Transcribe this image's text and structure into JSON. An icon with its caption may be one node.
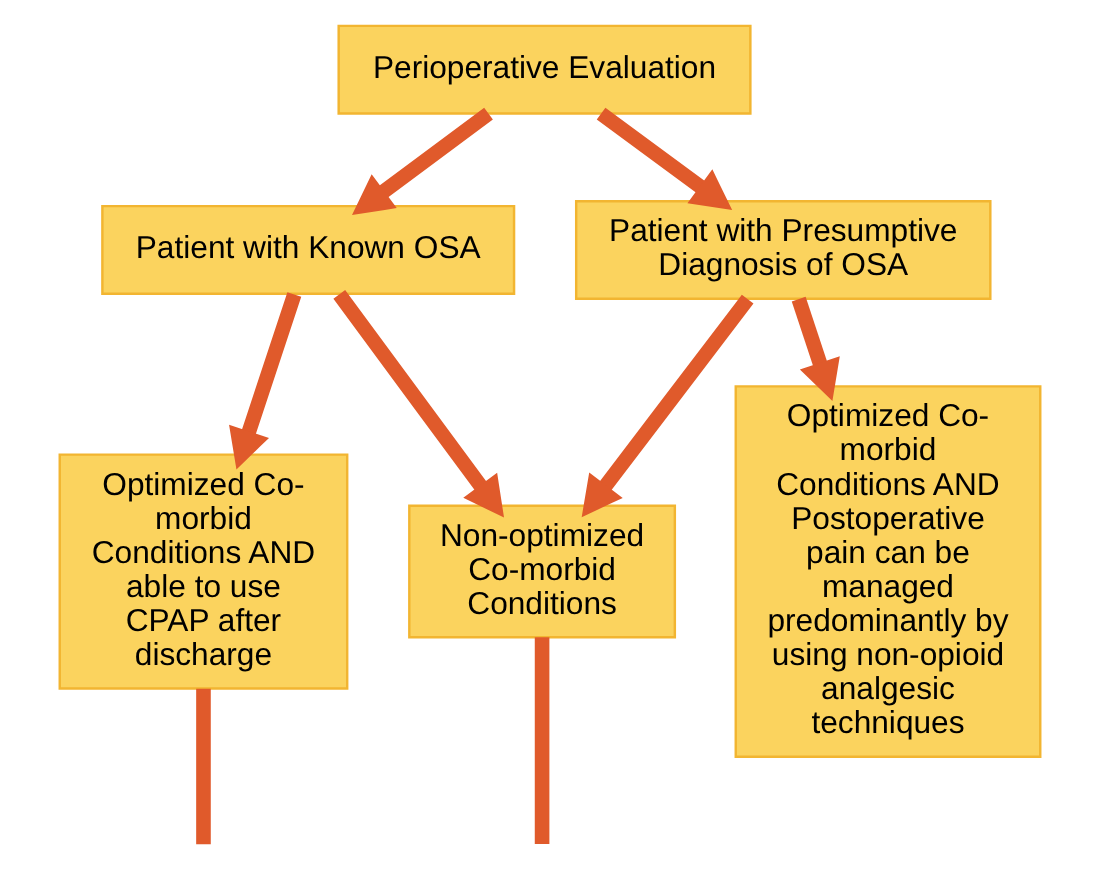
{
  "diagram": {
    "nodes": [
      {
        "text": [
          "Perioperative Evaluation"
        ]
      },
      {
        "text": [
          "Patient with Known OSA"
        ]
      },
      {
        "text": [
          "Patient with Presumptive Diagnosis of OSA"
        ]
      },
      {
        "text": [
          "Optimized Co-morbid Conditions AND able to use CPAP after discharge"
        ]
      },
      {
        "text": [
          "Non-optimized Co-morbid Conditions"
        ]
      },
      {
        "text": [
          "Optimized Co-morbid Conditions AND Postoperative pain can be managed predominantly by using non-opioid analgesic techniques"
        ]
      }
    ],
    "edges": [
      {
        "from": 0,
        "to": 1,
        "arrow": "to"
      },
      {
        "from": 0,
        "to": 2,
        "arrow": "to"
      },
      {
        "from": 1,
        "to": 3,
        "arrow": "to"
      },
      {
        "from": 1,
        "to": 4,
        "arrow": "to"
      },
      {
        "from": 2,
        "to": 4,
        "arrow": "to"
      },
      {
        "from": 2,
        "to": 5,
        "arrow": "to"
      },
      {
        "from": 3,
        "to": null,
        "arrow": "none"
      },
      {
        "from": 4,
        "to": null,
        "arrow": "none"
      }
    ]
  }
}
